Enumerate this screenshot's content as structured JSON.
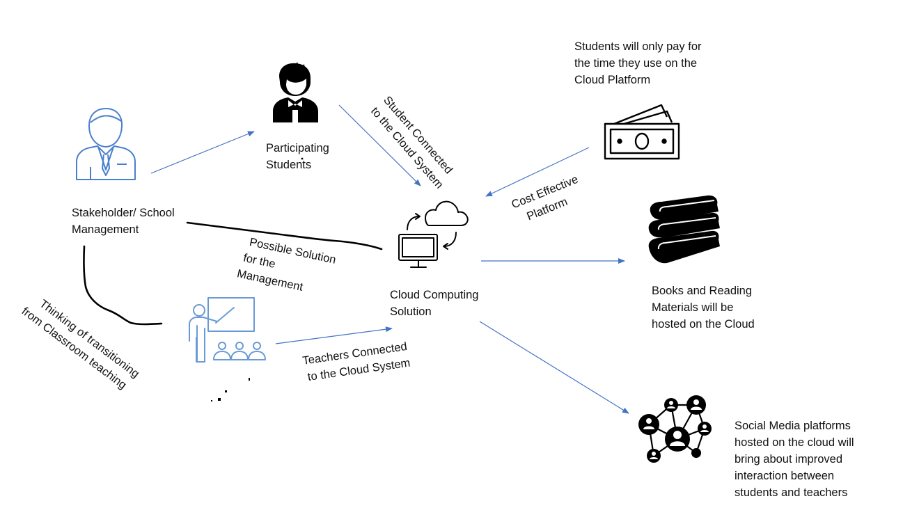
{
  "colors": {
    "arrow": "#4472c4",
    "stakeholder_icon": "#4a7fcf",
    "teacher_icon": "#6a9ad6",
    "ink": "#000000"
  },
  "icons": {
    "stakeholder": "stakeholder-person-icon",
    "student": "student-icon",
    "cloud_computer": "cloud-computer-icon",
    "money": "money-icon",
    "books": "books-icon",
    "teacher": "teacher-board-icon",
    "network": "social-network-icon"
  },
  "labels": {
    "stakeholder": [
      "Stakeholder/ School",
      "Management"
    ],
    "students": [
      "Participating",
      "Students"
    ],
    "cloud": [
      "Cloud  Computing",
      "Solution"
    ],
    "money_note": [
      "Students will only pay for",
      "the time they use on the",
      "Cloud Platform"
    ],
    "books": [
      "Books and Reading",
      "Materials will be",
      "hosted on the Cloud"
    ],
    "social": [
      "Social Media platforms",
      "hosted on the cloud will",
      "bring about improved",
      "interaction between",
      "students  and teachers"
    ]
  },
  "edge_labels": {
    "student_connected": [
      "Student Connected",
      "to the Cloud System"
    ],
    "cost_effective": [
      "Cost Effective",
      "Platform"
    ],
    "possible_solution": [
      "Possible Solution",
      "for the",
      "Management"
    ],
    "thinking": [
      "Thinking of transitioning",
      "from Classroom teaching"
    ],
    "teachers_connected": [
      "Teachers Connected",
      "to the Cloud System"
    ]
  }
}
